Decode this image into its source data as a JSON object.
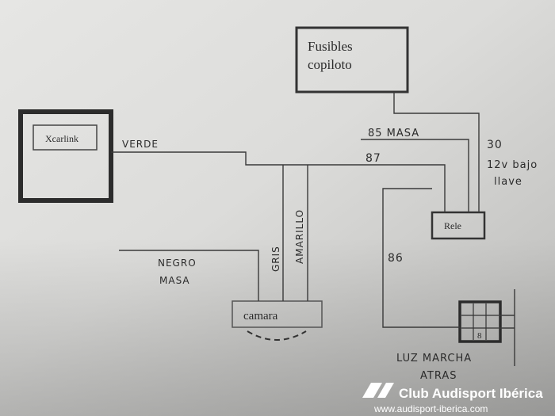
{
  "diagram": {
    "boxes": {
      "fusibles_line1": "Fusibles",
      "fusibles_line2": "copiloto",
      "xcarlink": "Xcarlink",
      "rele": "Rele",
      "camara": "camara",
      "luz_number": "8"
    },
    "labels": {
      "verde": "VERDE",
      "masa_85": "85 MASA",
      "pin_87": "87",
      "pin_30": "30",
      "llave_line1": "12v bajo",
      "llave_line2": "llave",
      "pin_86": "86",
      "negro_line1": "NEGRO",
      "negro_line2": "MASA",
      "gris": "GRIS",
      "amarillo": "AMARILLO",
      "luz_line1": "LUZ MARCHA",
      "luz_line2": "ATRAS"
    }
  },
  "watermark": {
    "brand": "Club Audisport Ibérica",
    "url": "www.audisport-iberica.com"
  }
}
